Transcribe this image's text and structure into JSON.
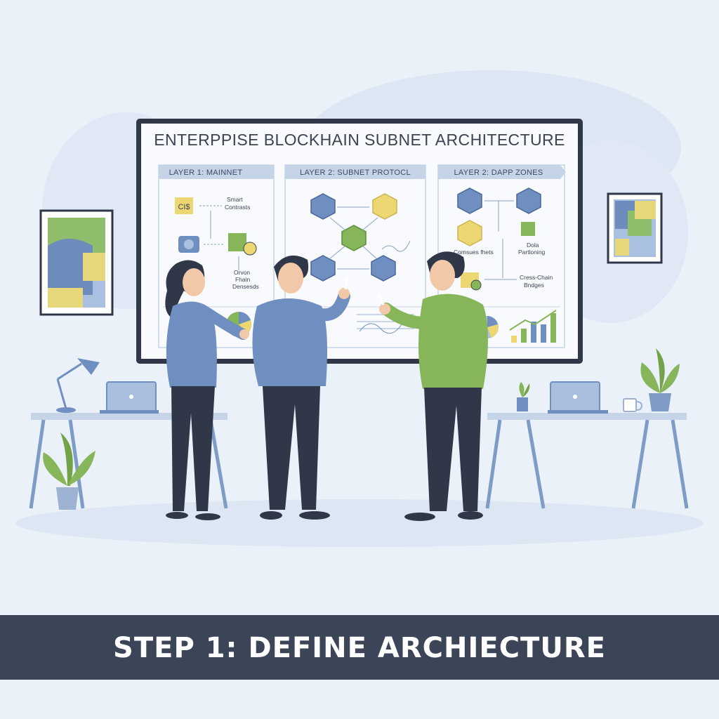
{
  "board": {
    "title": "ENTERPPISE BLOCKHAIN SUBNET ARCHITECTURE",
    "layers": [
      {
        "label": "LAYER 1: MAINNET",
        "notes": [
          "Smart",
          "Contrasts",
          "Orvon",
          "Fhain",
          "Densesds"
        ]
      },
      {
        "label": "LAYER 2: SUBNET PROTOCL",
        "notes": []
      },
      {
        "label": "LAYER 2: DAPP ZONES",
        "notes": [
          "Comsues fhets",
          "Dola",
          "Partloning",
          "Cress-Chain",
          "Bndges"
        ]
      }
    ]
  },
  "banner": {
    "text": "STEP 1: DEFINE ARCHIECTURE"
  },
  "colors": {
    "background": "#eaf1f9",
    "banner": "#3b4557",
    "accent_blue": "#6f8fc1",
    "accent_green": "#86b55a",
    "accent_yellow": "#ecd773",
    "dark_pants": "#2f3748"
  }
}
